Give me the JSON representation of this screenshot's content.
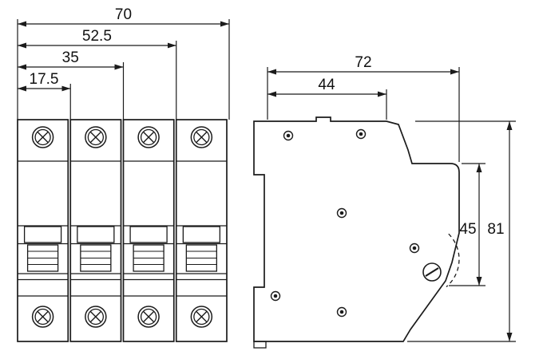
{
  "front_view": {
    "pole_count": 4,
    "dim_labels": {
      "overall_width": "70",
      "width_three": "52.5",
      "width_two": "35",
      "width_one": "17.5"
    }
  },
  "side_view": {
    "dim_labels": {
      "overall_depth": "72",
      "body_depth": "44",
      "front_height": "45",
      "overall_height": "81"
    }
  },
  "colors": {
    "line": "#1b1b1b",
    "toggle_base": "#a9a9a9",
    "toggle_handle": "#9c9c9c",
    "background": "#ffffff"
  }
}
